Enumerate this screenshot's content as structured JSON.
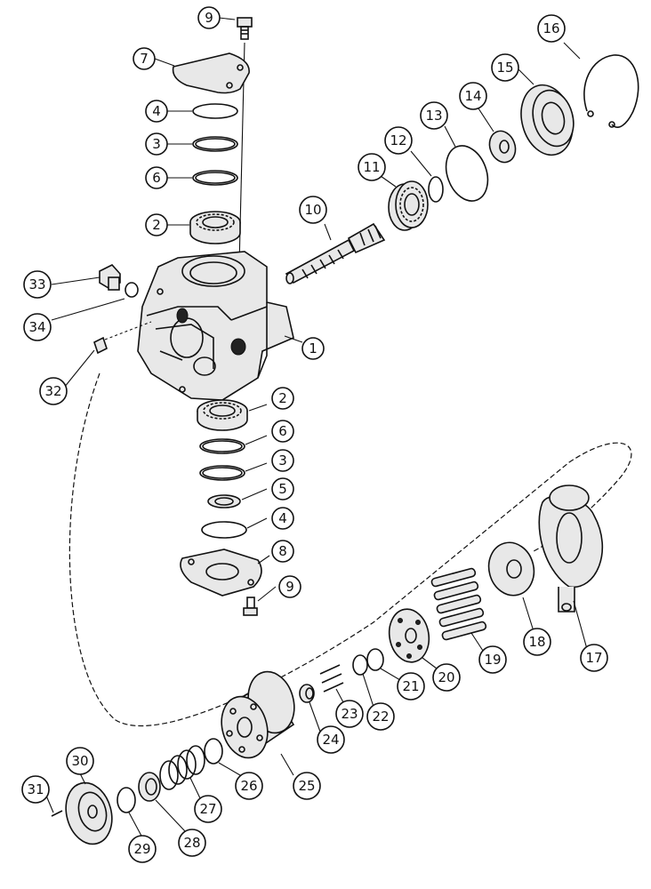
{
  "callouts": [
    {
      "id": "c9a",
      "label": "9"
    },
    {
      "id": "c7",
      "label": "7"
    },
    {
      "id": "c4a",
      "label": "4"
    },
    {
      "id": "c3a",
      "label": "3"
    },
    {
      "id": "c6a",
      "label": "6"
    },
    {
      "id": "c2a",
      "label": "2"
    },
    {
      "id": "c33",
      "label": "33"
    },
    {
      "id": "c34",
      "label": "34"
    },
    {
      "id": "c32",
      "label": "32"
    },
    {
      "id": "c1",
      "label": "1"
    },
    {
      "id": "c10",
      "label": "10"
    },
    {
      "id": "c11",
      "label": "11"
    },
    {
      "id": "c12",
      "label": "12"
    },
    {
      "id": "c13",
      "label": "13"
    },
    {
      "id": "c14",
      "label": "14"
    },
    {
      "id": "c15",
      "label": "15"
    },
    {
      "id": "c16",
      "label": "16"
    },
    {
      "id": "c2b",
      "label": "2"
    },
    {
      "id": "c6b",
      "label": "6"
    },
    {
      "id": "c3b",
      "label": "3"
    },
    {
      "id": "c5",
      "label": "5"
    },
    {
      "id": "c4b",
      "label": "4"
    },
    {
      "id": "c8",
      "label": "8"
    },
    {
      "id": "c9b",
      "label": "9"
    },
    {
      "id": "c17",
      "label": "17"
    },
    {
      "id": "c18",
      "label": "18"
    },
    {
      "id": "c19",
      "label": "19"
    },
    {
      "id": "c20",
      "label": "20"
    },
    {
      "id": "c21",
      "label": "21"
    },
    {
      "id": "c22",
      "label": "22"
    },
    {
      "id": "c23",
      "label": "23"
    },
    {
      "id": "c24",
      "label": "24"
    },
    {
      "id": "c25",
      "label": "25"
    },
    {
      "id": "c26",
      "label": "26"
    },
    {
      "id": "c27",
      "label": "27"
    },
    {
      "id": "c28",
      "label": "28"
    },
    {
      "id": "c29",
      "label": "29"
    },
    {
      "id": "c30",
      "label": "30"
    },
    {
      "id": "c31",
      "label": "31"
    }
  ]
}
